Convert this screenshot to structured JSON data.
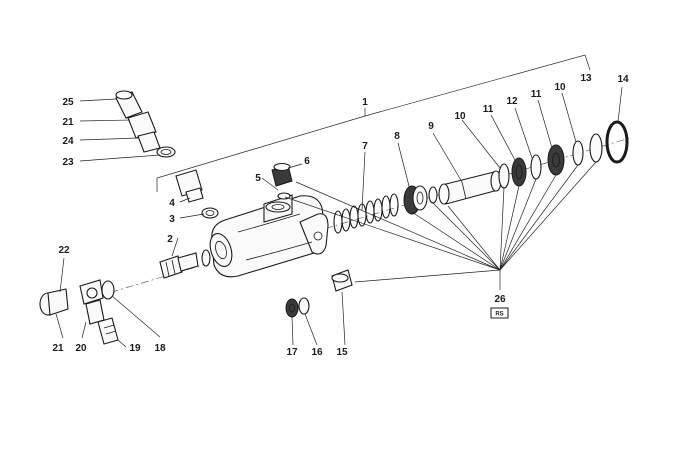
{
  "diagram": {
    "callouts": {
      "n1": "1",
      "n2": "2",
      "n3": "3",
      "n4": "4",
      "n5": "5",
      "n6": "6",
      "n7": "7",
      "n8": "8",
      "n9": "9",
      "n10a": "10",
      "n10b": "10",
      "n11a": "11",
      "n11b": "11",
      "n12": "12",
      "n13": "13",
      "n14": "14",
      "n15": "15",
      "n16": "16",
      "n17": "17",
      "n18": "18",
      "n19": "19",
      "n20": "20",
      "n21a": "21",
      "n21b": "21",
      "n22": "22",
      "n23": "23",
      "n24": "24",
      "n25": "25",
      "n26": "26"
    },
    "kit_badge": "RS"
  },
  "colors": {
    "ink": "#1a1a1a",
    "paper": "#ffffff"
  }
}
